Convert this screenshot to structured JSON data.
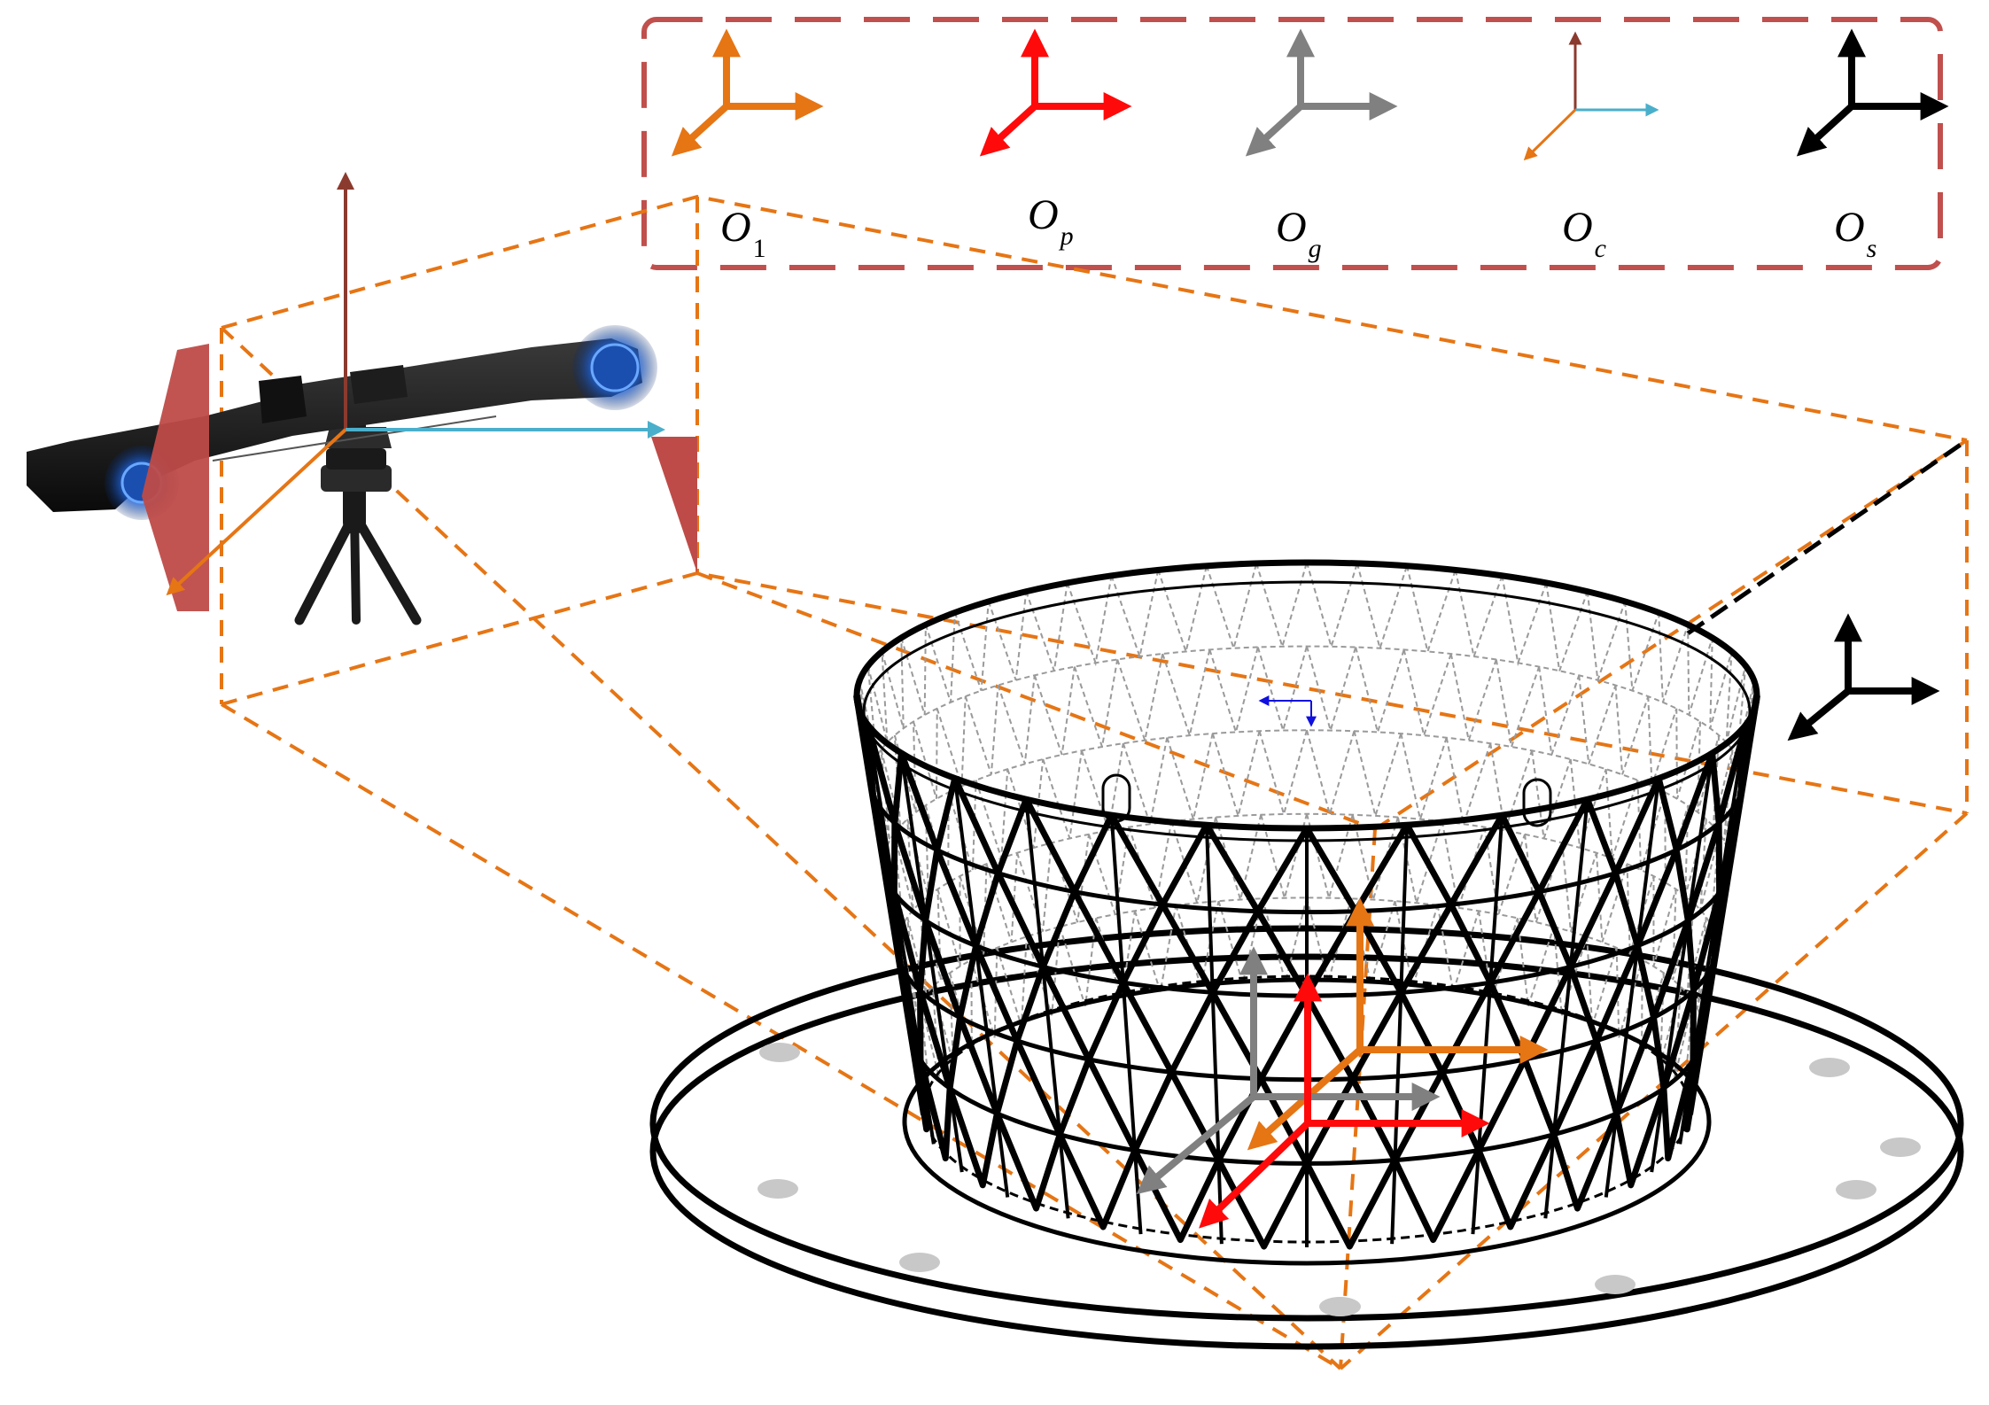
{
  "legend": {
    "items": [
      {
        "name": "O",
        "sub": "1",
        "color": "#E67514",
        "kind": "thick"
      },
      {
        "name": "O",
        "sub": "p",
        "color": "#FF0A0A",
        "kind": "thick"
      },
      {
        "name": "O",
        "sub": "g",
        "color": "#808080",
        "kind": "thick"
      },
      {
        "name": "O",
        "sub": "c",
        "color": "#E67514",
        "kind": "thin",
        "up_color": "#8B3A2E",
        "right_color": "#4AAFCB"
      },
      {
        "name": "O",
        "sub": "s",
        "color": "#000000",
        "kind": "thick"
      }
    ]
  },
  "colors": {
    "legend_border": "#C0504D",
    "projection_dash": "#E67514",
    "camera_axis_up": "#8B3A2E",
    "camera_axis_right": "#4AAFCB",
    "camera_axis_depth": "#E67514",
    "camera_planes": "#BE4B48",
    "structure_line": "#000000",
    "base_dots": "#C8C8C8"
  },
  "icons": {
    "scanner": "3d-scanner-on-tripod-icon",
    "frame": "coordinate-frame-icon"
  }
}
